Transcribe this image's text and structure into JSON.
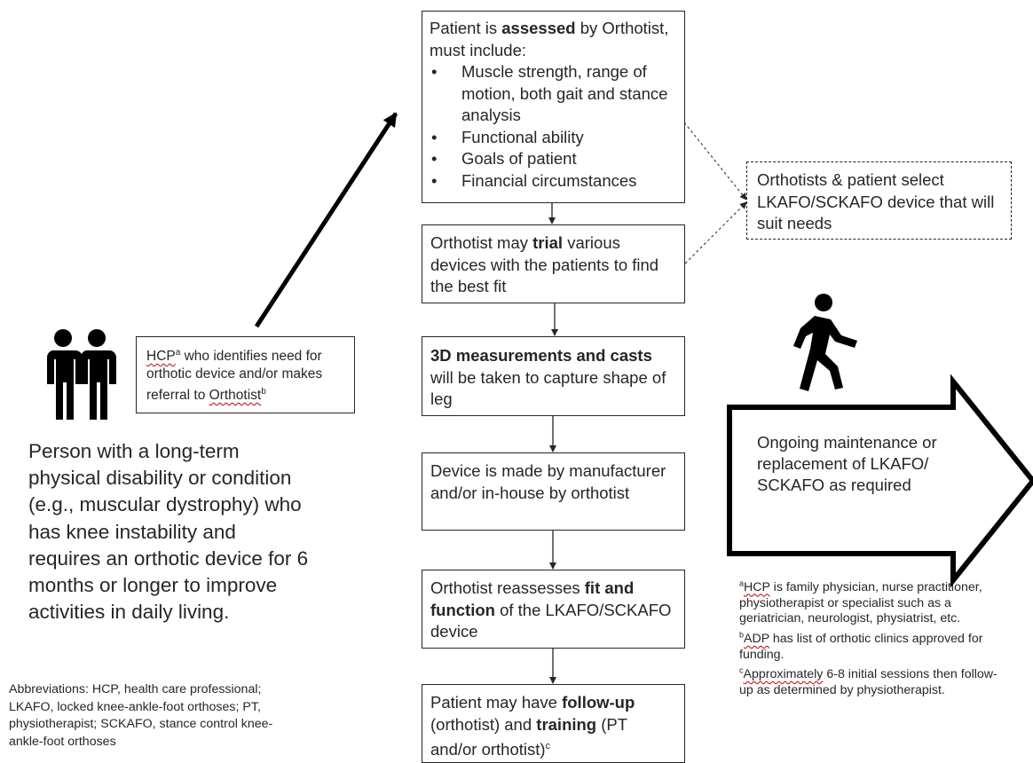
{
  "boxes": {
    "assessed": {
      "lead1": "Patient is ",
      "bold": "assessed",
      "lead2": " by Orthotist, must include:",
      "bullets": [
        "Muscle strength, range of motion, both gait and stance analysis",
        "Functional ability",
        "Goals of patient",
        "Financial circumstances"
      ]
    },
    "trial": {
      "t1": "Orthotist may ",
      "bold": "trial",
      "t2": " various devices with the patients to find the best fit"
    },
    "measure": {
      "bold": "3D measurements and casts",
      "t2": " will be taken to capture shape of leg"
    },
    "made": {
      "text": "Device is made by manufacturer and/or in-house by orthotist"
    },
    "reassess": {
      "t1": "Orthotist reassesses ",
      "bold": "fit and function",
      "t2": " of the LKAFO/SCKAFO device"
    },
    "followup": {
      "t1": "Patient may have ",
      "bold1": "follow-up",
      "t2": " (orthotist) and ",
      "bold2": "training",
      "t3": " (PT and/or orthotist)",
      "sup": "c"
    },
    "select": {
      "text": "Orthotists & patient select LKAFO/SCKAFO device that will suit needs"
    },
    "hcp": {
      "abbr": "HCP",
      "sup_a": "a",
      "t1": "  who identifies need for orthotic device and/or makes referral to ",
      "orth": "Orthotist",
      "sup_b": "b"
    }
  },
  "person": {
    "text": "Person with a long-term physical disability or condition (e.g., muscular dystrophy) who has knee instability and requires an orthotic device for 6 months or longer to improve activities in daily living."
  },
  "maintenance": {
    "text": "Ongoing maintenance or replacement of LKAFO/ SCKAFO as required"
  },
  "abbreviations": {
    "text": "Abbreviations: HCP, health care professional; LKAFO, locked knee-ankle-foot orthoses; PT, physiotherapist; SCKAFO, stance control knee-ankle-foot orthoses"
  },
  "footnotes": {
    "a_sup": "a",
    "a_hcp": "HCP",
    "a_rest": " is family physician, nurse practitioner, physiotherapist or specialist such as a geriatrician, neurologist, physiatrist, etc.",
    "b_sup": "b",
    "b_adp": "ADP",
    "b_rest": " has list of orthotic clinics approved for funding.",
    "c_sup": "c",
    "c_approx": "Approximately",
    "c_rest": " 6-8 initial sessions then follow-up as determined by physiotherapist."
  },
  "icons": [
    "two-people-icon",
    "walking-person-icon",
    "block-arrow-right"
  ]
}
